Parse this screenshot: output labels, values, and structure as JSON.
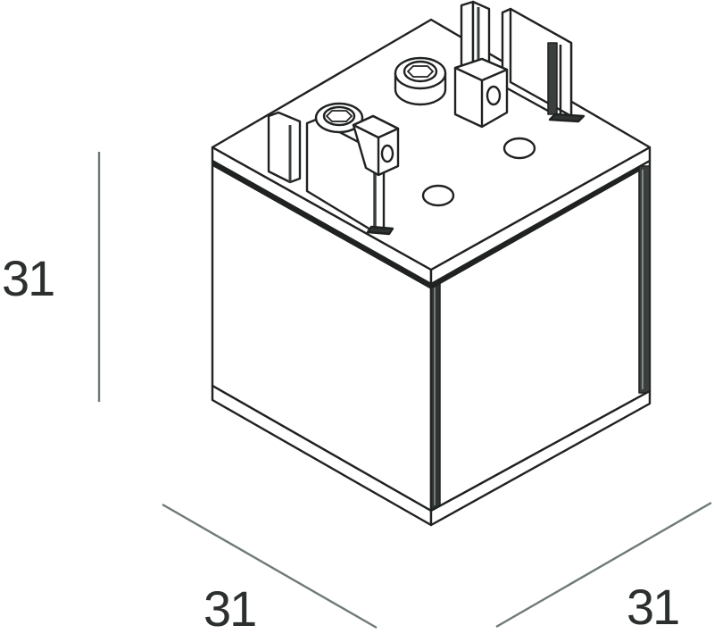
{
  "diagram": {
    "subject": "cube connector with top terminals",
    "colors": {
      "outline": "#1f2221",
      "dimension_line": "#6f7a78",
      "dimension_text": "#2b2f2e",
      "fill": "#ffffff",
      "dark_edge": "#2f3433"
    },
    "dimensions": {
      "height": {
        "value": "31",
        "orientation": "vertical"
      },
      "depth_left": {
        "value": "31",
        "orientation": "diagonal-left"
      },
      "width_right": {
        "value": "31",
        "orientation": "diagonal-right"
      }
    },
    "top_features": [
      {
        "name": "terminal-clip-left",
        "type": "clip"
      },
      {
        "name": "screw-left",
        "type": "hex-socket-screw"
      },
      {
        "name": "screw-back",
        "type": "hex-socket-screw"
      },
      {
        "name": "terminal-block-back",
        "type": "block"
      },
      {
        "name": "terminal-clip-back",
        "type": "clip"
      },
      {
        "name": "mount-hole-front",
        "type": "hole"
      },
      {
        "name": "mount-hole-right",
        "type": "hole"
      }
    ]
  }
}
